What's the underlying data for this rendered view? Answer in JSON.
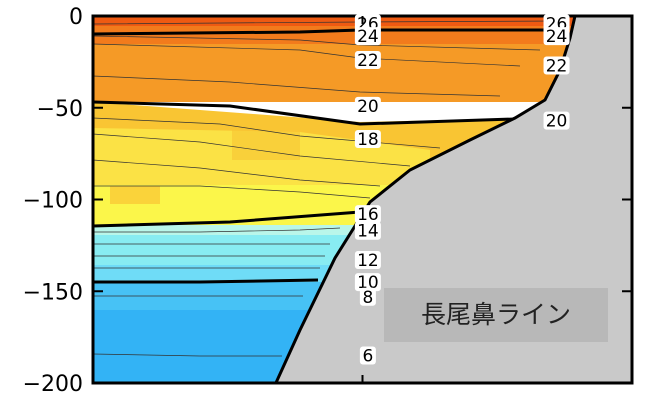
{
  "chart_data": {
    "type": "heatmap",
    "title": "長尾鼻ライン",
    "xlabel": "",
    "ylabel": "",
    "ylim": [
      -200,
      0
    ],
    "y_ticks": [
      0,
      -50,
      -100,
      -150,
      -200
    ],
    "y_tick_labels": [
      "0",
      "−50",
      "−100",
      "−150",
      "−200"
    ],
    "x_ticks": [
      0,
      0.5,
      1
    ],
    "grid": false,
    "colors": {
      "t26": "#ee5a12",
      "t24": "#f27b1c",
      "t22": "#f59a26",
      "t20": "#f9c533",
      "t18": "#fbe245",
      "t16": "#fbf64a",
      "t14": "#b9f6ea",
      "t12": "#88ecf2",
      "t10": "#6fdcf7",
      "t8": "#47c2f5",
      "t6": "#33b3f5",
      "land": "#c9c9c9"
    },
    "contour_labels": [
      {
        "text": "26",
        "x": 0.51,
        "depth": -4
      },
      {
        "text": "24",
        "x": 0.51,
        "depth": -11
      },
      {
        "text": "22",
        "x": 0.51,
        "depth": -24
      },
      {
        "text": "20",
        "x": 0.51,
        "depth": -49
      },
      {
        "text": "18",
        "x": 0.51,
        "depth": -67
      },
      {
        "text": "16",
        "x": 0.51,
        "depth": -108
      },
      {
        "text": "14",
        "x": 0.51,
        "depth": -117
      },
      {
        "text": "12",
        "x": 0.51,
        "depth": -133
      },
      {
        "text": "10",
        "x": 0.51,
        "depth": -145
      },
      {
        "text": "8",
        "x": 0.51,
        "depth": -153
      },
      {
        "text": "6",
        "x": 0.51,
        "depth": -185
      },
      {
        "text": "26",
        "x": 0.86,
        "depth": -4
      },
      {
        "text": "24",
        "x": 0.86,
        "depth": -11
      },
      {
        "text": "22",
        "x": 0.86,
        "depth": -27
      },
      {
        "text": "20",
        "x": 0.86,
        "depth": -57
      }
    ]
  }
}
